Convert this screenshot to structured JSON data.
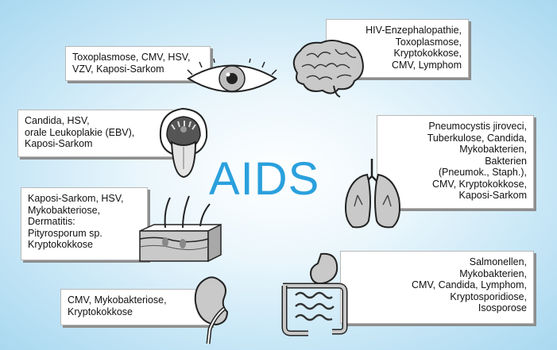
{
  "title": "AIDS",
  "colors": {
    "title": "#2aa0dd",
    "background": "#c6e6f6",
    "box_shadow": "#8e8e8e",
    "organ_fill": "#c9c9c9"
  },
  "panels": {
    "eye": {
      "text": "Toxoplasmose, CMV, HSV,\nVZV, Kaposi-Sarkom",
      "icon": "eye-icon"
    },
    "brain": {
      "text": "HIV-Enzephalopathie,\nToxoplasmose,\nKryptokokkose,\nCMV, Lymphom",
      "icon": "brain-icon"
    },
    "mouth": {
      "text": "Candida, HSV,\norale Leukoplakie (EBV),\nKaposi-Sarkom",
      "icon": "mouth-icon"
    },
    "lung": {
      "text": "Pneumocystis jiroveci,\nTuberkulose, Candida,\nMykobakterien,\nBakterien\n(Pneumok., Staph.),\nCMV, Kryptokokkose,\nKaposi-Sarkom",
      "icon": "lungs-icon"
    },
    "skin": {
      "text": "Kaposi-Sarkom, HSV,\nMykobakteriose,\nDermatitis:\nPityrosporum sp.\nKryptokokkose",
      "icon": "skin-icon"
    },
    "kidney": {
      "text": "CMV, Mykobakteriose,\nKryptokokkose",
      "icon": "kidney-icon"
    },
    "gut": {
      "text": "Salmonellen,\nMykobakterien,\nCMV, Candida, Lymphom,\nKryptosporidiose,\nIsosporose",
      "icon": "intestine-icon"
    }
  }
}
